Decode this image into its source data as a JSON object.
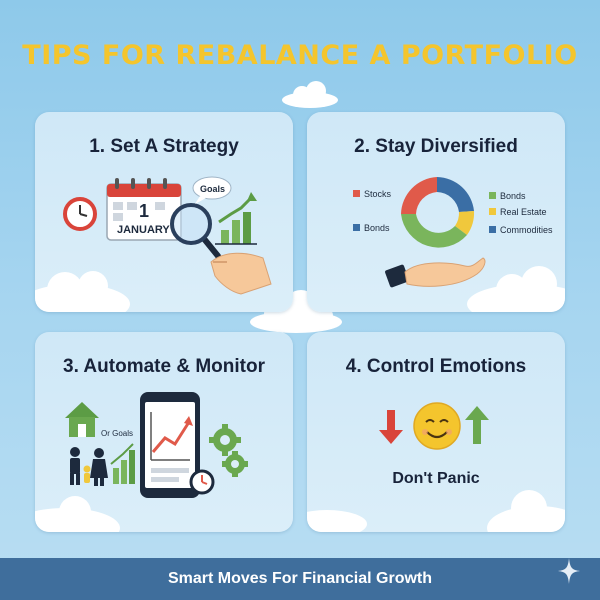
{
  "title": "TIPS FOR REBALANCE A PORTFOLIO",
  "cards": [
    {
      "heading": "1. Set A Strategy",
      "calendar_day": "1",
      "calendar_month": "JANUARY",
      "bubble": "Goals"
    },
    {
      "heading": "2. Stay Diversified",
      "legend": [
        "Stocks",
        "Bonds",
        "Bonds",
        "Real Estate",
        "Commodities"
      ]
    },
    {
      "heading": "3. Automate & Monitor",
      "goals_label": "Or Goals"
    },
    {
      "heading": "4. Control Emotions",
      "caption": "Don't Panic"
    }
  ],
  "footer": "Smart Moves For Financial Growth",
  "colors": {
    "title": "#f4c52d",
    "footer_bg": "#3f6e9c",
    "stocks": "#e05a4a",
    "bonds_green": "#7ab55c",
    "bonds_blue": "#3a6ea5",
    "real_estate": "#f0c83c",
    "commodities": "#3a6ea5"
  }
}
